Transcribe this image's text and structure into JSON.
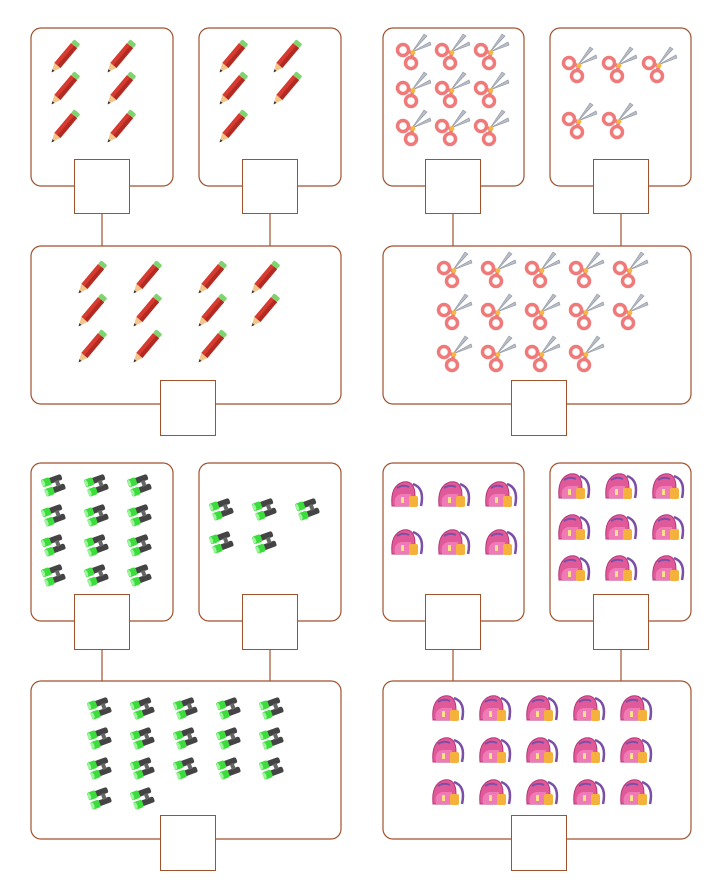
{
  "colors": {
    "frame": "#a0522d",
    "pencil_body": "#d73a2f",
    "pencil_dark": "#b22a22",
    "pencil_eraser": "#7ed56f",
    "pencil_wood": "#f3c58a",
    "scissors_handle": "#f07a7a",
    "scissors_blade": "#b9bec8",
    "scissors_pivot": "#f5b942",
    "binocular_dark": "#444444",
    "binocular_green": "#3ddc3d",
    "backpack_pink": "#e05a9a",
    "backpack_purple": "#7a4fa6",
    "backpack_yellow": "#f4b23c"
  },
  "panels": [
    {
      "id": "pencils",
      "icon": "pencil-icon",
      "part_a": 6,
      "part_b": 5,
      "whole": 11
    },
    {
      "id": "scissors",
      "icon": "scissors-icon",
      "part_a": 9,
      "part_b": 5,
      "whole": 14
    },
    {
      "id": "binoculars",
      "icon": "binoculars-icon",
      "part_a": 12,
      "part_b": 5,
      "whole": 17
    },
    {
      "id": "backpacks",
      "icon": "backpack-icon",
      "part_a": 6,
      "part_b": 9,
      "whole": 15
    }
  ]
}
